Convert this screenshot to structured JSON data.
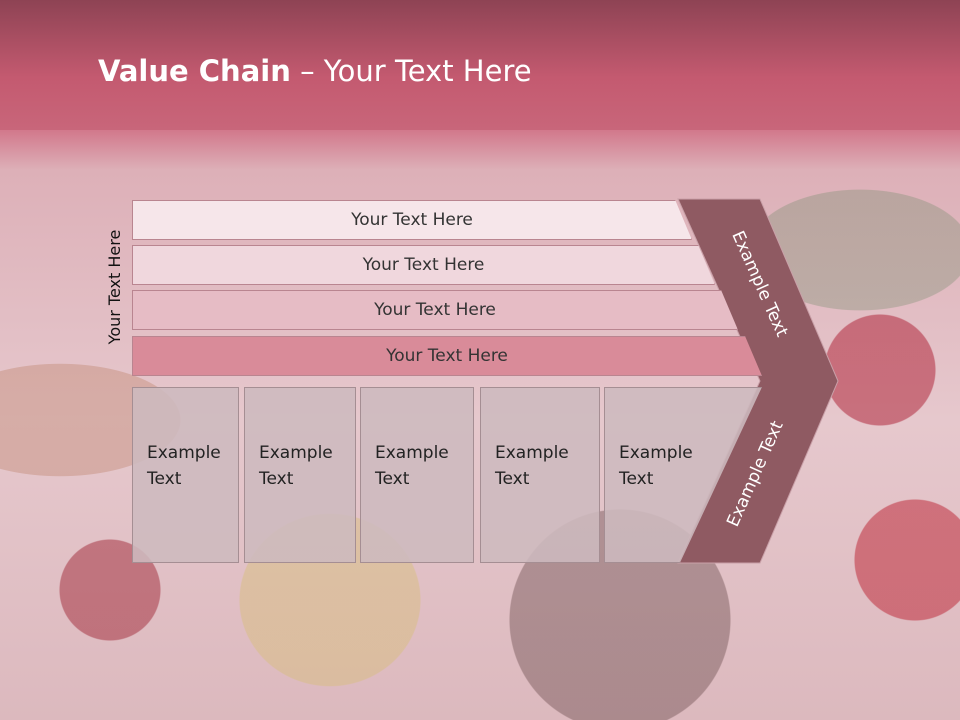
{
  "title": {
    "bold": "Value Chain",
    "rest": " – Your Text Here"
  },
  "side_label": "Your Text Here",
  "bands": [
    {
      "label": "Your Text Here",
      "color": "#f6e6ea"
    },
    {
      "label": "Your Text Here",
      "color": "#f0d7dd"
    },
    {
      "label": "Your Text Here",
      "color": "#e6bcc5"
    },
    {
      "label": "Your Text Here",
      "color": "#d98b99"
    }
  ],
  "boxes": [
    {
      "line1": "Example",
      "line2": "Text"
    },
    {
      "line1": "Example",
      "line2": "Text"
    },
    {
      "line1": "Example",
      "line2": "Text"
    },
    {
      "line1": "Example",
      "line2": "Text"
    },
    {
      "line1": "Example",
      "line2": "Text"
    }
  ],
  "chevron": {
    "top_label": "Example Text",
    "bottom_label": "Example Text",
    "color": "#8f5a62"
  }
}
